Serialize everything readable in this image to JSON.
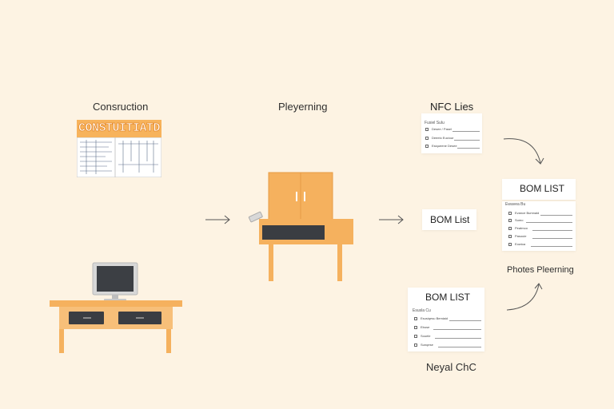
{
  "colors": {
    "background": "#fdf3e3",
    "furniture": "#f5b15e",
    "furniture_dark": "#e89c45",
    "drawer": "#3a3d42",
    "arrow": "#555555"
  },
  "stages": {
    "construction": {
      "label": "Consruction",
      "banner": "CONSTUITIATD"
    },
    "planning": {
      "label": "Pleyerning"
    },
    "nfc_lies": {
      "title": "NFC Lies",
      "subtitle": "Fusiel Sulu",
      "rows": [
        "Desee / Pasel",
        "Deeelo Euciour",
        "Esiqueene Desee"
      ]
    },
    "bom_middle": {
      "title": "BOM List"
    },
    "bom_lower": {
      "title": "BOM LIST",
      "subtitle": "Esusla Cu",
      "rows": [
        "Esusiqesu Bemiaid",
        "Ebuse",
        "Souele",
        "Sunqese"
      ]
    },
    "bom_right": {
      "title": "BOM LIST",
      "subtitle": "Ewavea Bu",
      "rows": [
        "Evance Bumnaid",
        "Sumo",
        "Peatmoo",
        "Pasouie",
        "Eowioa"
      ]
    },
    "phase_planning": {
      "label": "Photes Pleerning"
    },
    "neyal": {
      "label": "Neyal ChC"
    }
  },
  "icons": {
    "monitor": "computer-monitor-icon",
    "desk": "desk-icon",
    "cabinet": "cabinet-icon",
    "blueprint": "blueprint-icon",
    "arrow": "arrow-right-icon"
  }
}
